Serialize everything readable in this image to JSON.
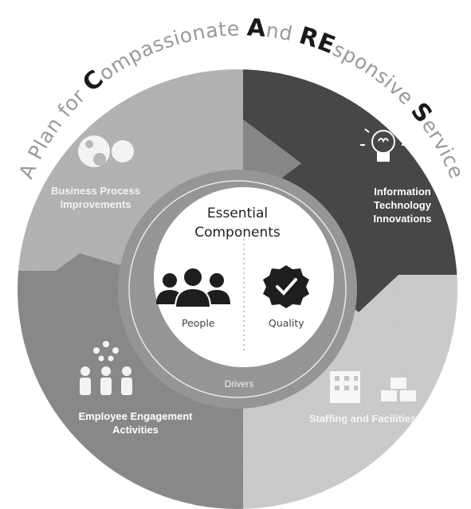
{
  "title": {
    "text": "A Plan for Compassionate And REsponsive Service",
    "parts": [
      {
        "t": "A Plan for ",
        "s": "n"
      },
      {
        "t": "C",
        "s": "b"
      },
      {
        "t": "ompassionate ",
        "s": "n"
      },
      {
        "t": "A",
        "s": "b"
      },
      {
        "t": "nd ",
        "s": "n"
      },
      {
        "t": "RE",
        "s": "b"
      },
      {
        "t": "sponsive ",
        "s": "n"
      },
      {
        "t": "S",
        "s": "b"
      },
      {
        "t": "ervice",
        "s": "n"
      }
    ]
  },
  "segments": {
    "business": {
      "label_line1": "Business Process",
      "label_line2": "Improvements",
      "icon": "gears-icon"
    },
    "technology": {
      "label_line1": "Information",
      "label_line2": "Technology",
      "label_line3": "Innovations",
      "icon": "lightbulb-icon"
    },
    "employee": {
      "label_line1": "Employee Engagement",
      "label_line2": "Activities",
      "icon": "people-group-icon"
    },
    "staffing": {
      "label": "Staffing and Facilities",
      "icon": "building-icon"
    }
  },
  "hub": {
    "title_line1": "Essential",
    "title_line2": "Components",
    "people_label": "People",
    "quality_label": "Quality",
    "drivers_label": "Drivers"
  },
  "colors": {
    "business": "#b9b9b9",
    "technology": "#4a4a4a",
    "employee": "#8e8e8e",
    "staffing": "#d2d2d2",
    "ring": "#9a9a9a",
    "hub": "#ffffff"
  }
}
